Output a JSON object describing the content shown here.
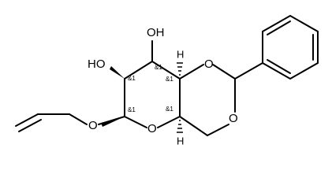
{
  "molecule": {
    "atoms": {
      "oh_top": "OH",
      "oh_left": "HO",
      "o_ring_upper": "O",
      "o_ring_right": "O",
      "o_pyranose": "O",
      "o_allyl": "O",
      "h_top": "H",
      "h_bottom": "H"
    },
    "stereo_labels": {
      "c_oh_top": "&1",
      "c_oh_left": "&1",
      "c_ring_fusion_top": "&1",
      "c_anomeric": "&1",
      "c_ring_fusion_bottom": "&1"
    }
  }
}
